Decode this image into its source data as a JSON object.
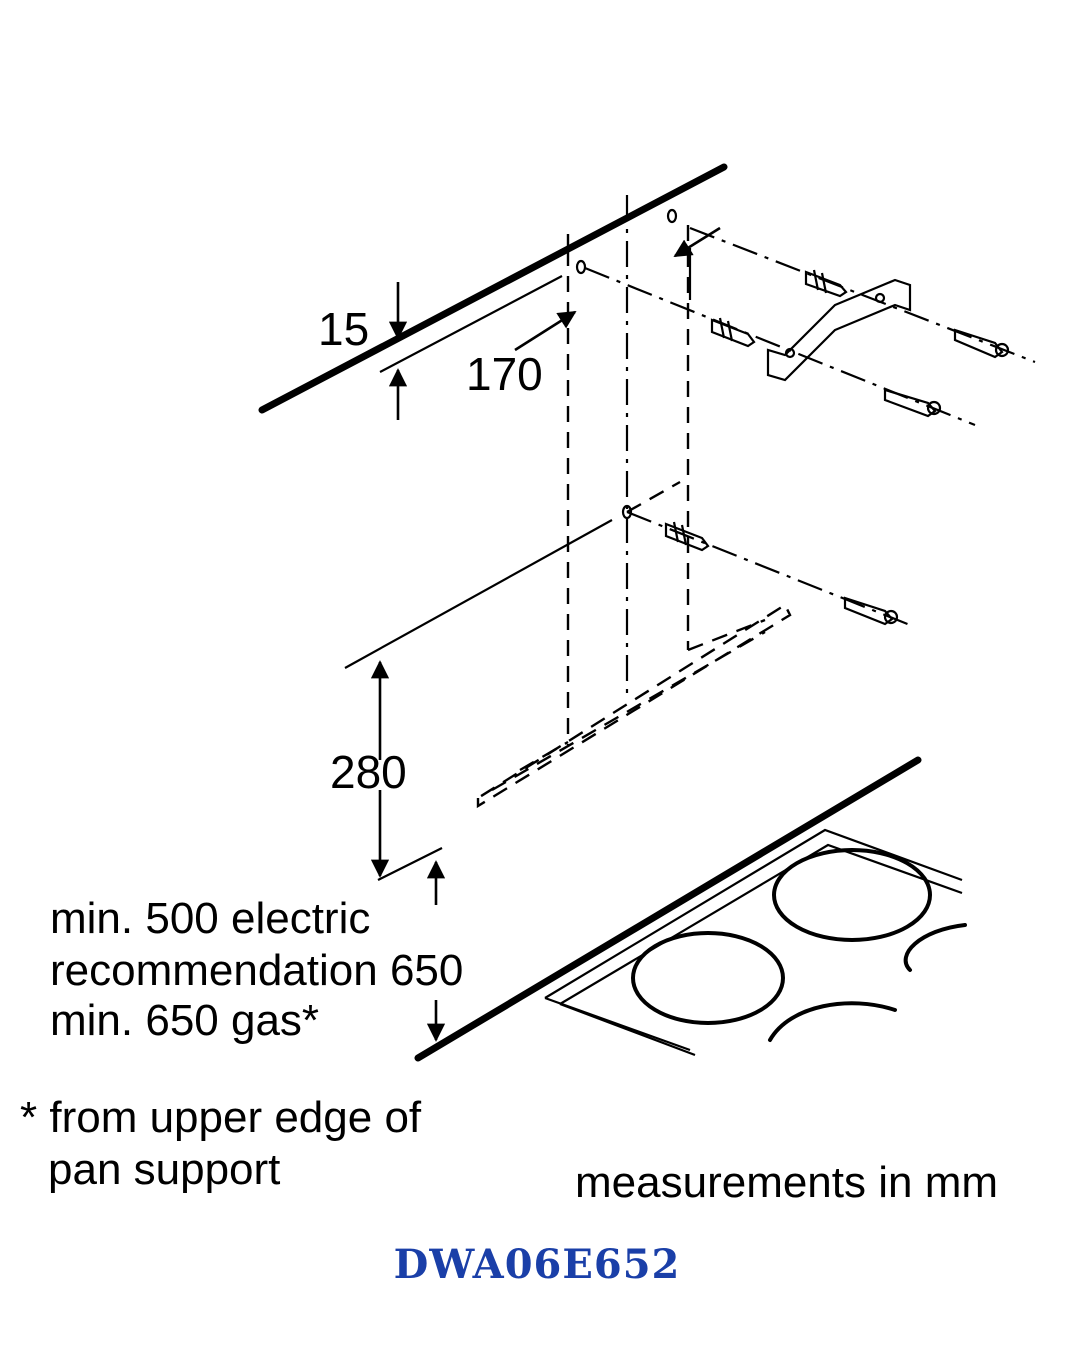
{
  "dimensions": {
    "top_gap": "15",
    "hole_spacing": "170",
    "hood_height": "280"
  },
  "clearance_note": {
    "line1": "min. 500 electric",
    "line2": "recommendation 650",
    "line3": "min. 650 gas*"
  },
  "footnote": {
    "line1": "* from upper edge of",
    "line2": "pan support"
  },
  "units_note": "measurements in mm",
  "model": {
    "label": "DWA06E652",
    "color": "#1a3fa8"
  }
}
